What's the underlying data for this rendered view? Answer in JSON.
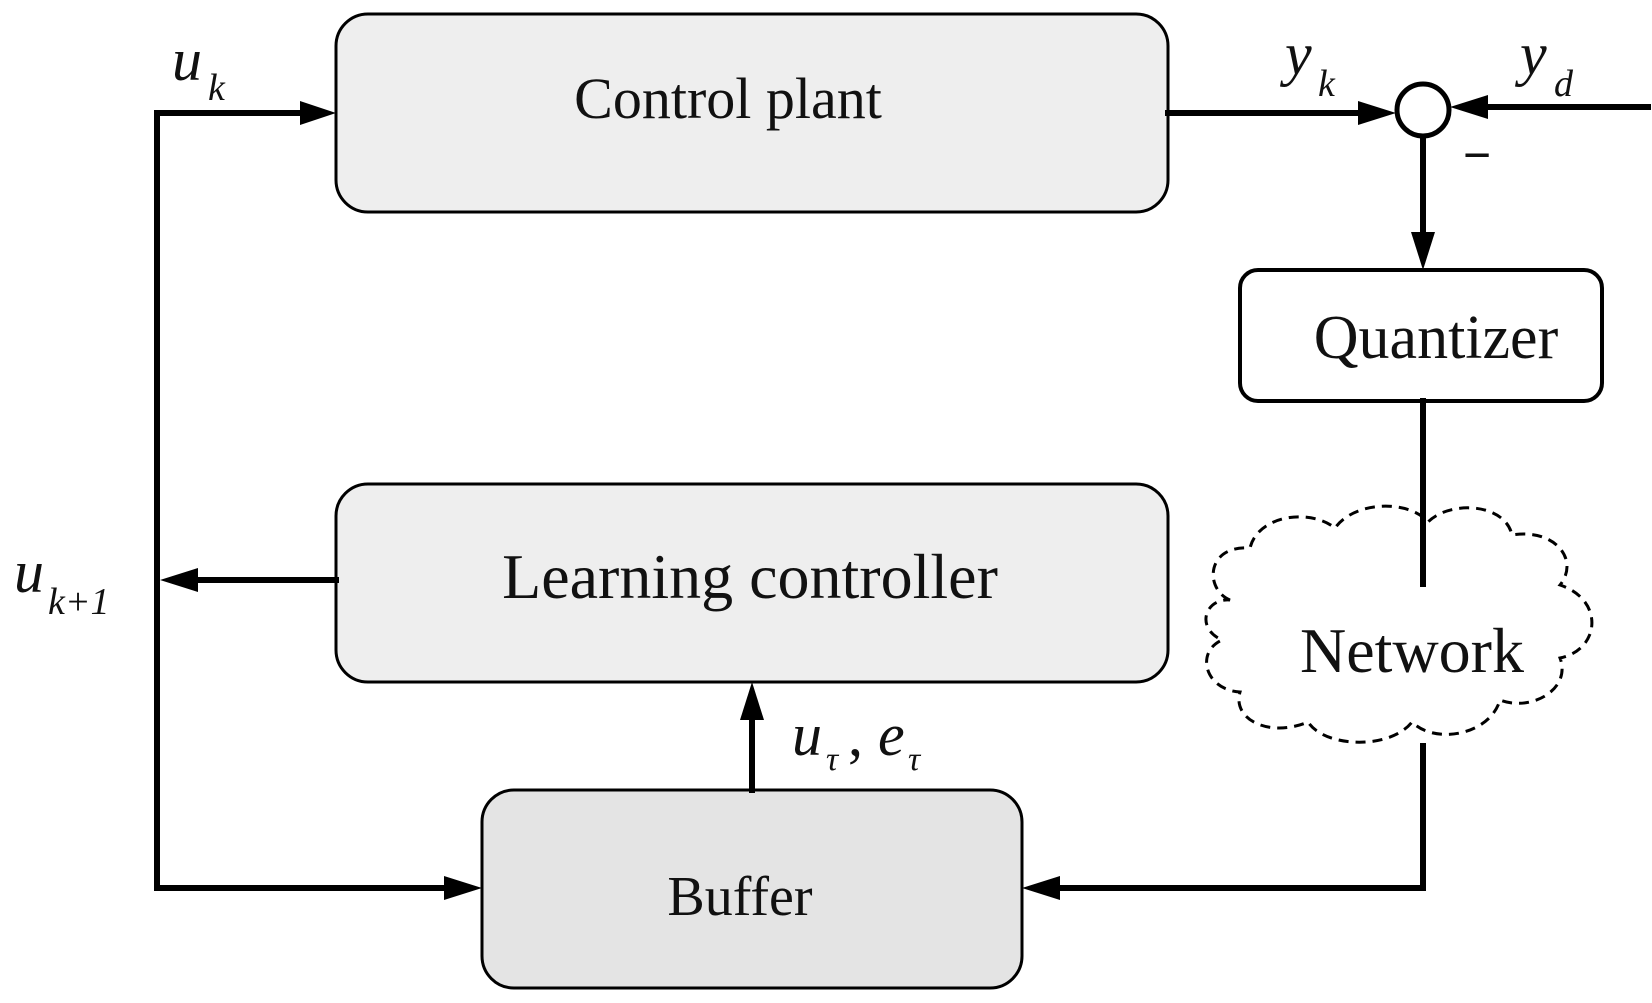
{
  "blocks": {
    "control_plant": "Control plant",
    "quantizer": "Quantizer",
    "learning_controller": "Learning controller",
    "buffer": "Buffer",
    "network": "Network"
  },
  "signals": {
    "u_k": {
      "base": "u",
      "sub": "k"
    },
    "y_k": {
      "base": "y",
      "sub": "k"
    },
    "y_d": {
      "base": "y",
      "sub": "d"
    },
    "u_k1": {
      "base": "u",
      "sub": "k+1"
    },
    "u_tau": {
      "base": "u",
      "sub": "τ"
    },
    "e_tau": {
      "base": "e",
      "sub": "τ"
    },
    "separator": ",",
    "minus_sign": "−"
  },
  "colors": {
    "block_fill": "#eeeeee",
    "buffer_fill": "#e4e4e4",
    "stroke": "#000000"
  }
}
